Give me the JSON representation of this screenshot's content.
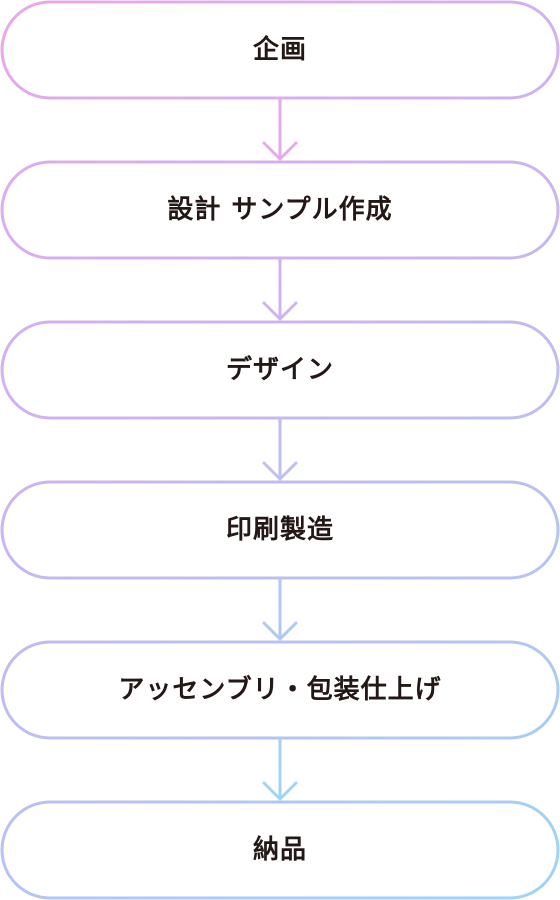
{
  "steps": [
    {
      "label": "企画"
    },
    {
      "label": "設計 サンプル作成"
    },
    {
      "label": "デザイン"
    },
    {
      "label": "印刷製造"
    },
    {
      "label": "アッセンブリ・包装仕上げ"
    },
    {
      "label": "納品"
    }
  ],
  "colors": {
    "pink": "#E9A8EA",
    "lavender": "#C9B6F0",
    "blue": "#9ED5F5",
    "text": "#231815"
  }
}
